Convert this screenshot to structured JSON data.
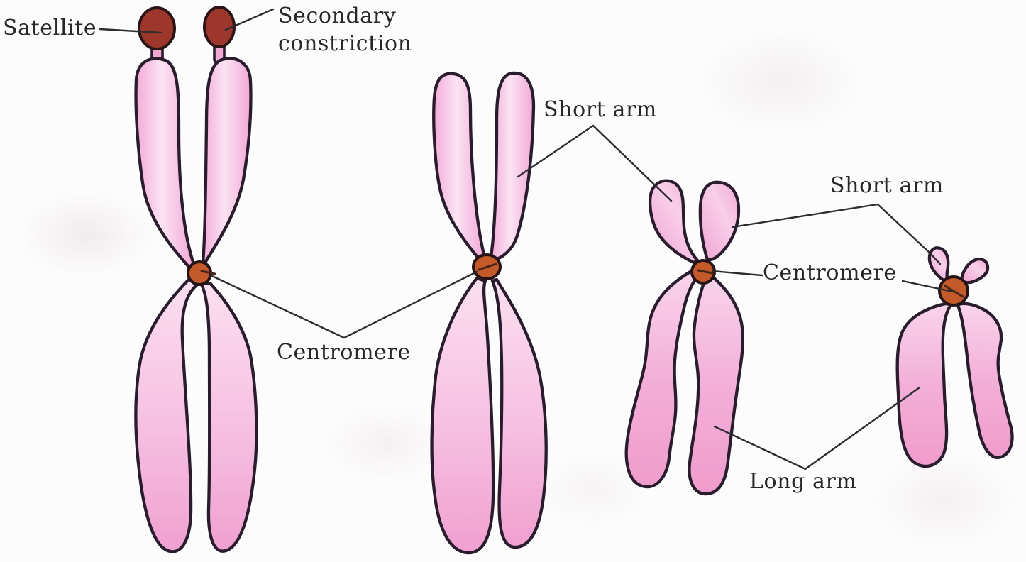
{
  "diagram": {
    "labels": {
      "satellite": "Satellite",
      "secondary_constriction": "Secondary constriction",
      "short_arm_top": "Short arm",
      "centromere_left_pair": "Centromere",
      "short_arm_right": "Short arm",
      "centromere_right_pair": "Centromere",
      "long_arm": "Long arm"
    },
    "colors": {
      "background": "#fdfcfd",
      "chromosome_pink": "#f6bfe1",
      "chromosome_pink_light": "#fbe3f2",
      "chromosome_pink_deep": "#ef9ccd",
      "outline_dark": "#281c2d",
      "centromere_orange": "#c4592a",
      "satellite_maroon": "#9d372b",
      "pointer_line_dark": "#2c2c31",
      "label_text_dark": "#272727"
    }
  }
}
